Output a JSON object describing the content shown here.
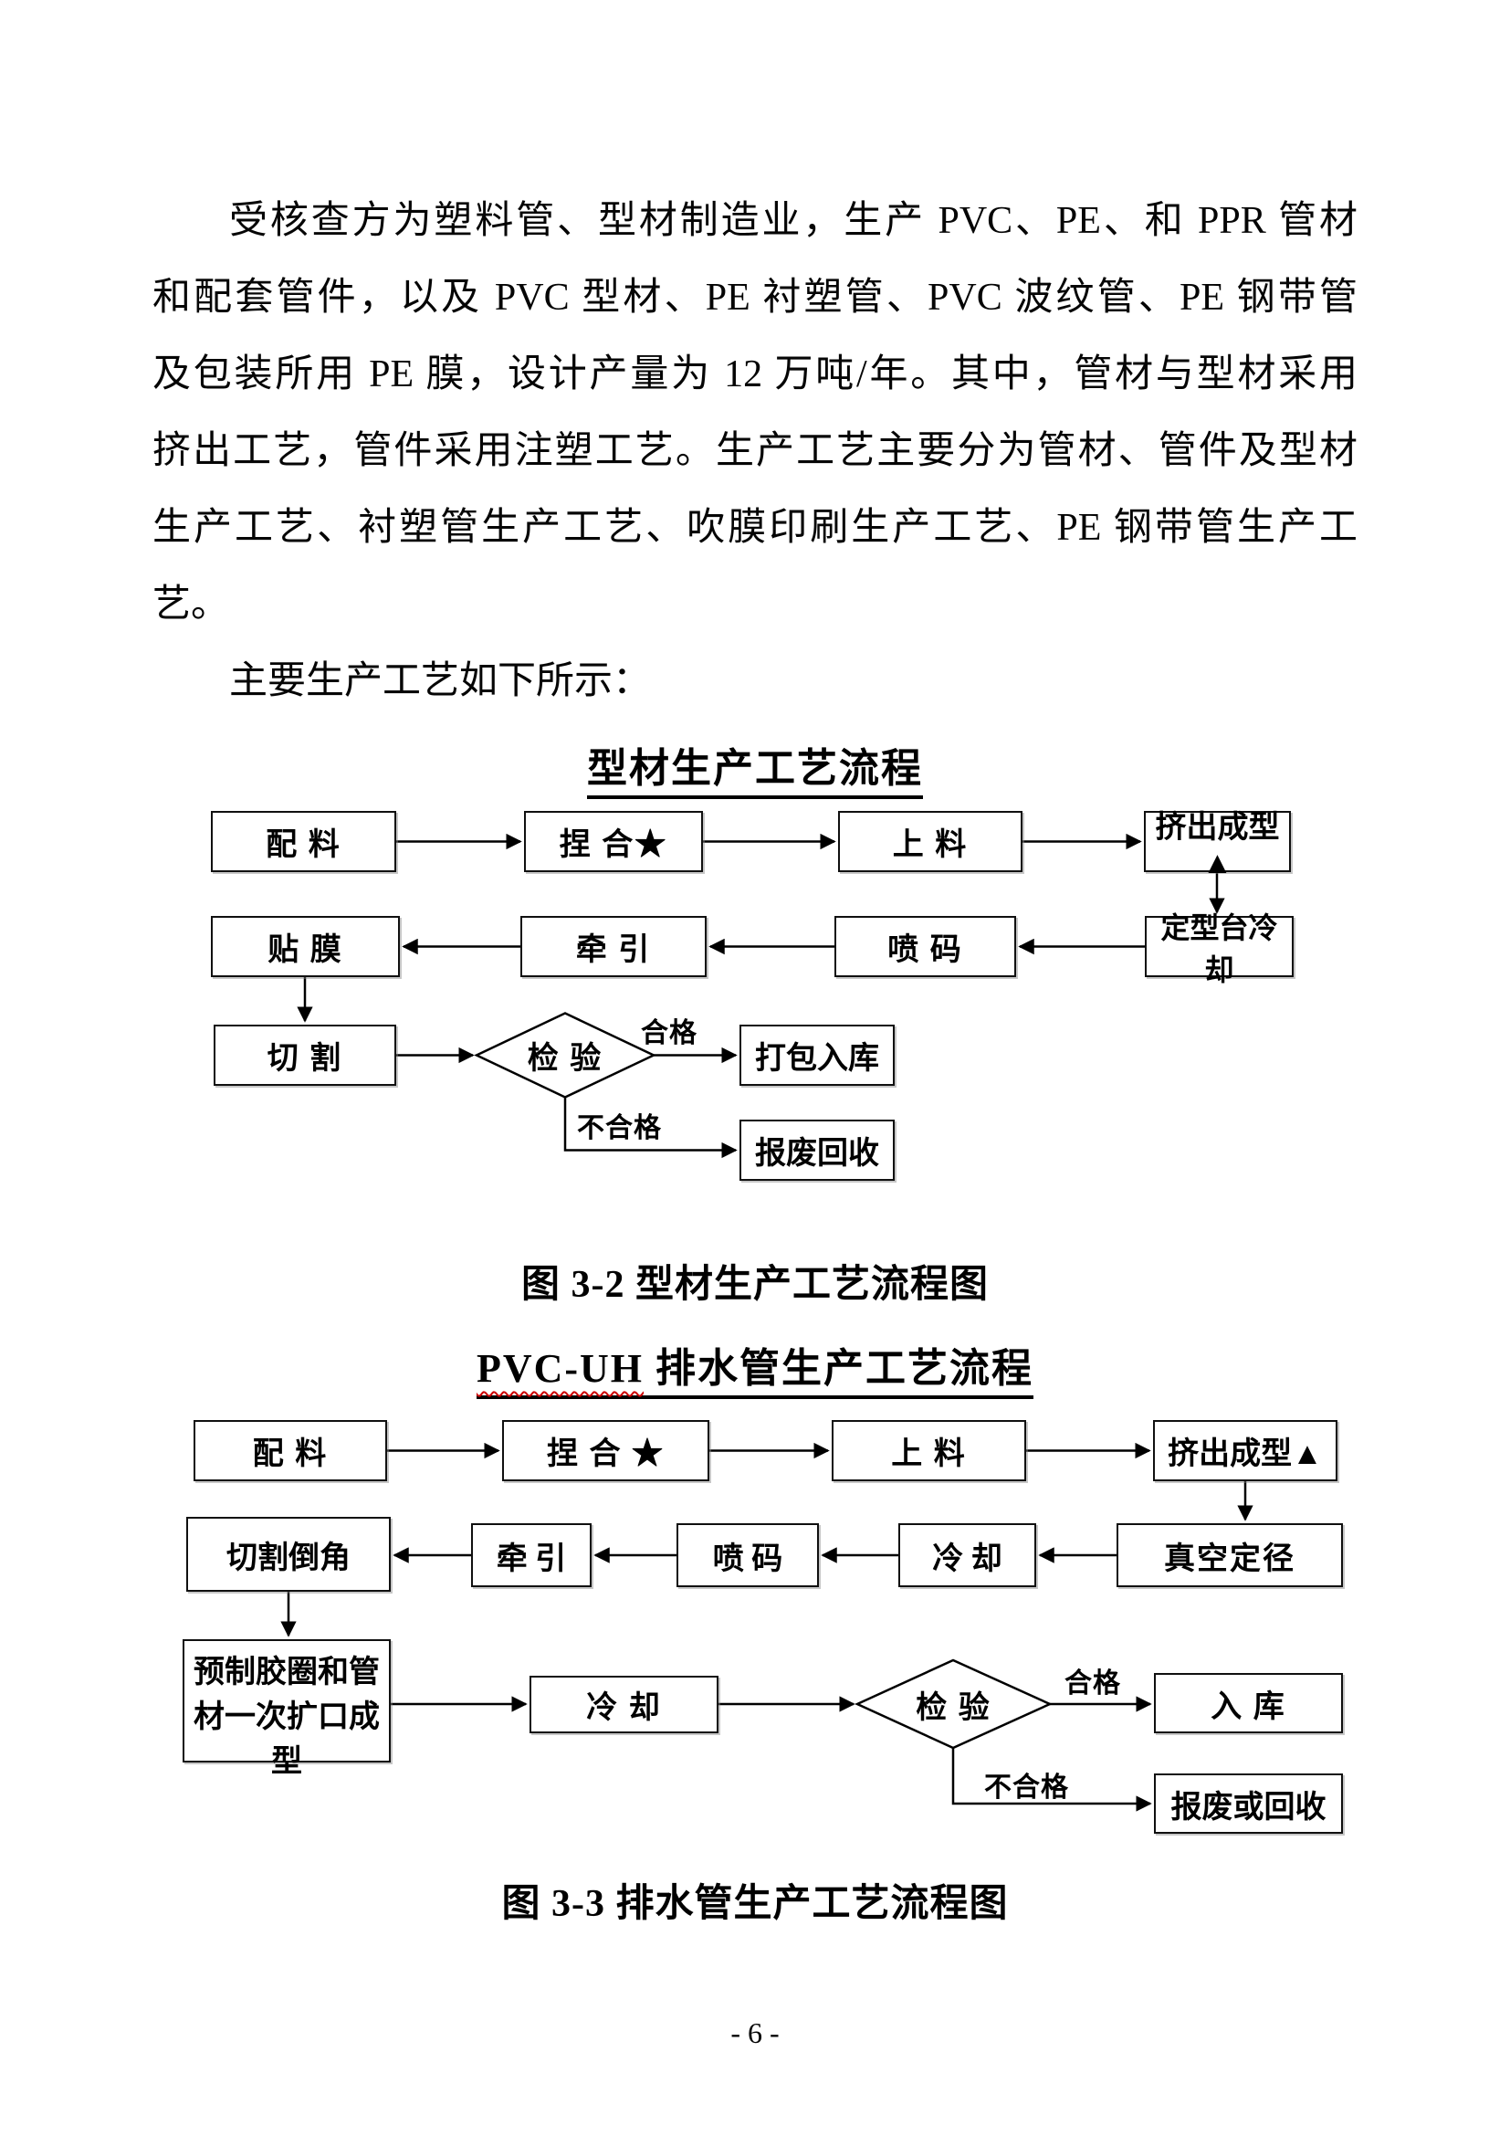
{
  "document": {
    "paragraph": {
      "lines": [
        "受核查方为塑料管、型材制造业，生产 PVC、PE、和 PPR 管材",
        "和配套管件，以及 PVC 型材、PE 衬塑管、PVC 波纹管、PE 钢带管",
        "及包装所用 PE 膜，设计产量为 12 万吨/年。其中，管材与型材采用",
        "挤出工艺，管件采用注塑工艺。生产工艺主要分为管材、管件及型材",
        "生产工艺、衬塑管生产工艺、吹膜印刷生产工艺、PE 钢带管生产工",
        "艺。",
        "主要生产工艺如下所示："
      ]
    },
    "page_number": "- 6 -"
  },
  "figure1": {
    "title": "型材生产工艺流程",
    "caption": "图 3-2 型材生产工艺流程图",
    "row1": [
      "配 料",
      "捏 合★",
      "上 料",
      "挤出成型▲"
    ],
    "row2": [
      "贴 膜",
      "牵 引",
      "喷 码",
      "定型台冷却"
    ],
    "row3": [
      "切 割",
      "检 验",
      "打包入库",
      "报废回收"
    ],
    "pass_label": "合格",
    "fail_label": "不合格"
  },
  "figure2": {
    "title_highlight": "PVC-UH",
    "title_rest": " 排水管生产工艺流程",
    "caption": "图 3-3 排水管生产工艺流程图",
    "row1": [
      "配 料",
      "捏 合 ★",
      "上 料",
      "挤出成型▲"
    ],
    "row2": [
      "切割倒角",
      "牵 引",
      "喷 码",
      "冷 却",
      "真空定径"
    ],
    "row3_box_line1": "预制胶圈和管",
    "row3_box_line2": "材一次扩口成型",
    "row3": [
      "冷 却",
      "检 验",
      "入 库",
      "报废或回收"
    ],
    "pass_label": "合格",
    "fail_label": "不合格"
  },
  "colors": {
    "spellcheck_squiggle": "#cc0000",
    "text": "#000000",
    "background": "#ffffff"
  }
}
